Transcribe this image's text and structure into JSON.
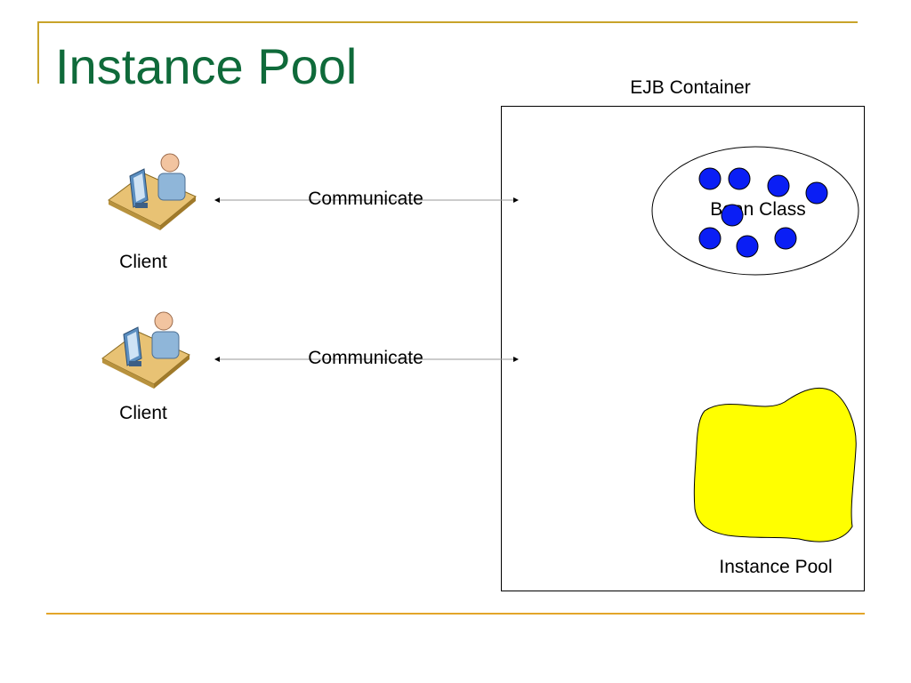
{
  "slide": {
    "title": "Instance Pool",
    "colors": {
      "title": "#0F6A3A",
      "accent_rule": "#E3A52A",
      "bean": "#0A1EF5",
      "pool_fill": "#FFFF00"
    }
  },
  "container": {
    "label": "EJB Container"
  },
  "bean_class": {
    "label": "Bean Class"
  },
  "instance_pool": {
    "label": "Instance Pool"
  },
  "clients": [
    {
      "label": "Client",
      "icon": "user-at-computer-icon"
    },
    {
      "label": "Client",
      "icon": "user-at-computer-icon"
    }
  ],
  "connections": [
    {
      "label": "Communicate"
    },
    {
      "label": "Communicate"
    }
  ]
}
